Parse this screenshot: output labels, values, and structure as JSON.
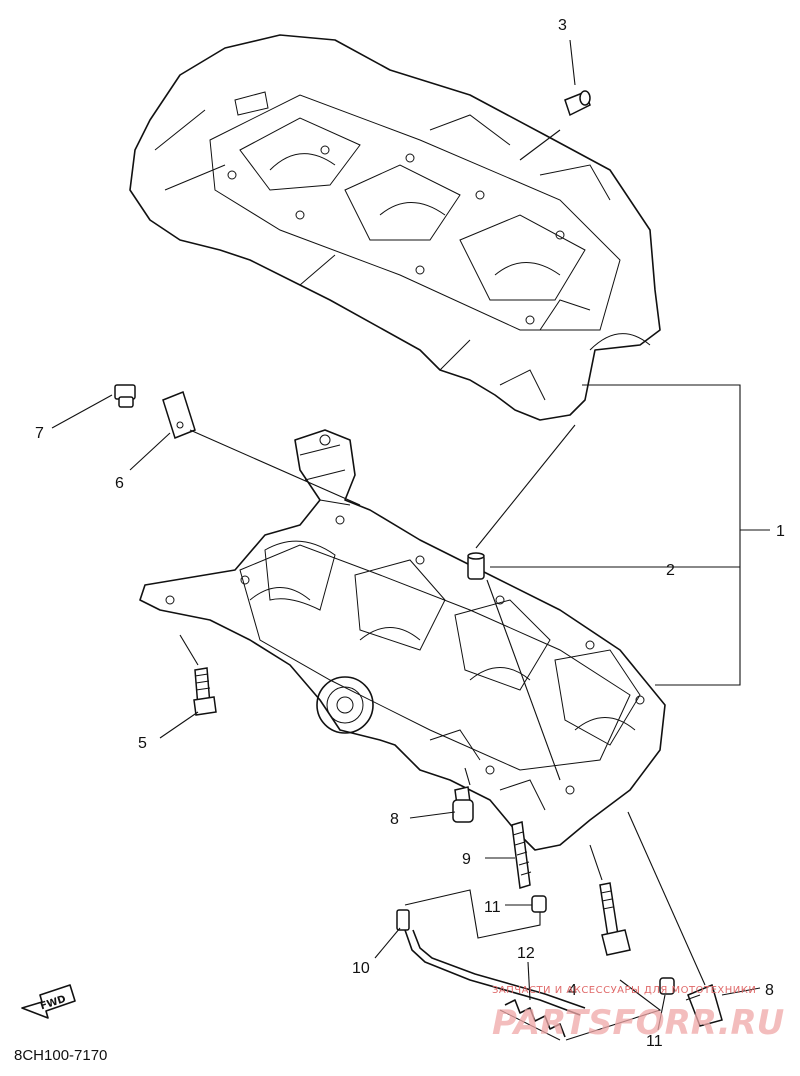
{
  "diagram": {
    "drawing_code": "8CH100-7170",
    "fwd_label": "FWD",
    "callouts": {
      "c1": "1",
      "c2": "2",
      "c3": "3",
      "c4": "4",
      "c5": "5",
      "c6": "6",
      "c7": "7",
      "c8a": "8",
      "c8b": "8",
      "c9": "9",
      "c10": "10",
      "c11a": "11",
      "c11b": "11",
      "c12": "12"
    },
    "watermark": {
      "tagline": "ЗАПЧАСТИ И АКСЕССУАРЫ ДЛЯ МОТОТЕХНИКИ",
      "brand": "PARTSFORR.RU"
    }
  }
}
